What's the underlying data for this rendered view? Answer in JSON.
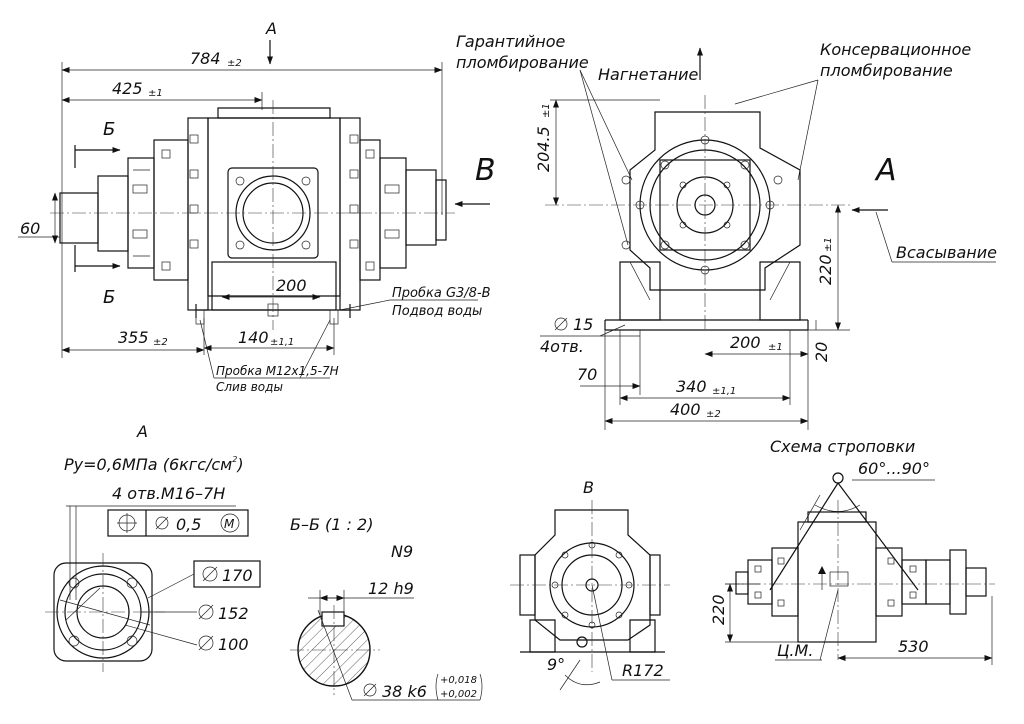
{
  "view_labels": {
    "a_top": "A",
    "b_upper": "Б",
    "b_lower": "Б",
    "v_big": "В",
    "a_big": "А",
    "detail_a": "А",
    "detail_v": "В",
    "section": "Б–Б  (1 : 2)"
  },
  "front_view": {
    "dim_total": "784",
    "dim_total_tol": "±2",
    "dim_425": "425",
    "dim_425_tol": "±1",
    "dim_60": "60",
    "dim_200": "200",
    "dim_140": "140",
    "dim_140_tol": "±1,1",
    "dim_355": "355",
    "dim_355_tol": "±2",
    "plug_water_supply_1": "Пробка G3/8-B",
    "plug_water_supply_2": "Подвод воды",
    "plug_drain_1": "Пробка M12x1,5-7H",
    "plug_drain_2": "Слив воды"
  },
  "side_view": {
    "warranty_seal_1": "Гарантийное",
    "warranty_seal_2": "пломбирование",
    "discharge": "Нагнетание",
    "conservation_seal_1": "Консервационное",
    "conservation_seal_2": "пломбирование",
    "suction": "Всасывание",
    "dim_204": "204.5",
    "dim_204_tol": "±1",
    "dim_220": "220",
    "dim_220_tol": "±1",
    "dim_hole": "15",
    "dim_hole_count": "4отв.",
    "dim_200": "200",
    "dim_200_tol": "±1",
    "dim_20": "20",
    "dim_70": "70",
    "dim_340": "340",
    "dim_340_tol": "±1,1",
    "dim_400": "400",
    "dim_400_tol": "±2"
  },
  "detail_a": {
    "pressure": "Pу=0,6МПа (6кгс/см",
    "pressure_sup": "2",
    "pressure_end": ")",
    "holes": "4 отв.М16–7Н",
    "tolerance": "0,5",
    "tolerance_mod": "M",
    "dia_170": "170",
    "dia_152": "152",
    "dia_100": "100"
  },
  "section_bb": {
    "fit_n9": "N9",
    "key_width": "12 h9",
    "shaft_dia": "38 k6",
    "tol_upper": "+0,018",
    "tol_lower": "+0,002"
  },
  "detail_v": {
    "angle": "9°",
    "radius": "R172"
  },
  "sling": {
    "title": "Схема строповки",
    "angle": "60°...90°",
    "dim_220": "220",
    "dim_530": "530",
    "cg": "Ц.М."
  }
}
